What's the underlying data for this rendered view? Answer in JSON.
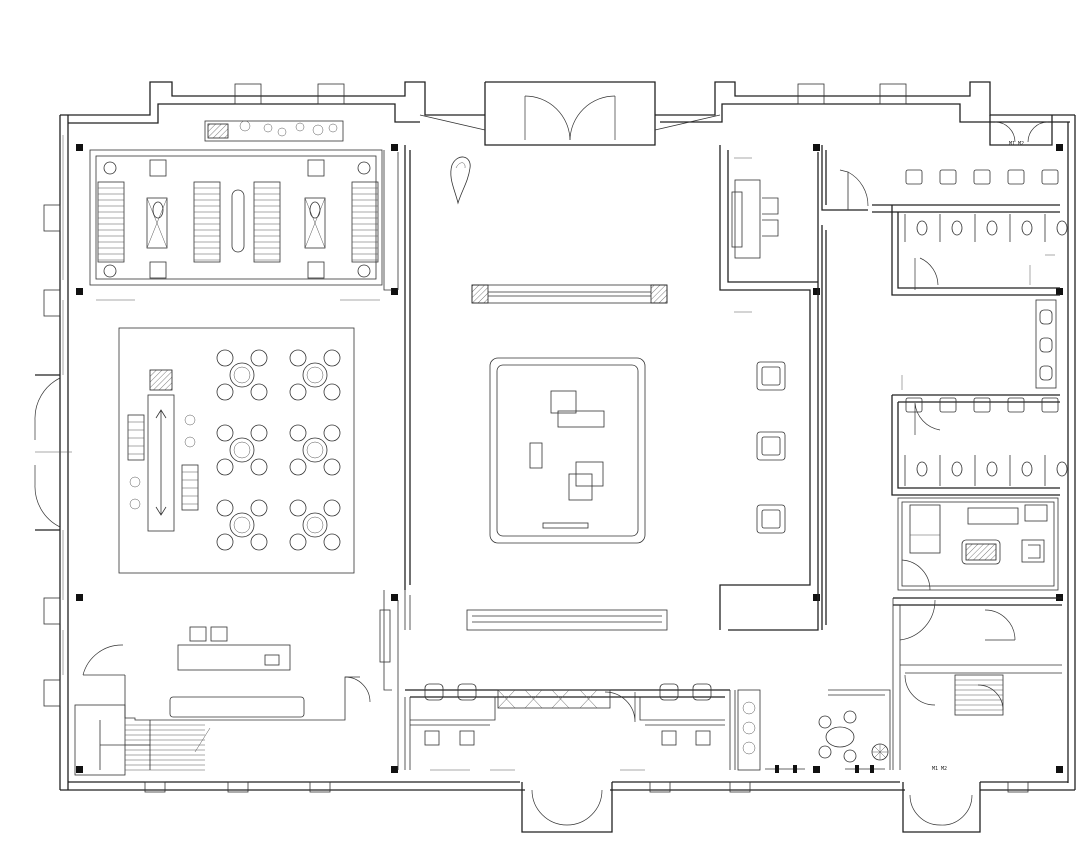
{
  "drawing": {
    "type": "architectural floor plan",
    "line_color": "#222222",
    "background": "#ffffff"
  },
  "labels": {
    "top_right_door_tag": "M1 M2",
    "bottom_right_door_tag": "M1 M2"
  },
  "rooms": [
    {
      "id": "retail-display",
      "icon": "shelving"
    },
    {
      "id": "cafe-seating",
      "icon": "round-tables",
      "table_count": 6
    },
    {
      "id": "central-atrium",
      "icon": "feature-table"
    },
    {
      "id": "service-counter",
      "icon": "counter"
    },
    {
      "id": "restrooms-upper",
      "icon": "toilets",
      "stall_count": 5
    },
    {
      "id": "restrooms-lower",
      "icon": "toilets",
      "stall_count": 5
    },
    {
      "id": "accessible-restroom",
      "icon": "toilet"
    },
    {
      "id": "stair-left",
      "icon": "stairs"
    },
    {
      "id": "stair-right",
      "icon": "stairs"
    },
    {
      "id": "lounge",
      "icon": "sofa-set"
    }
  ]
}
